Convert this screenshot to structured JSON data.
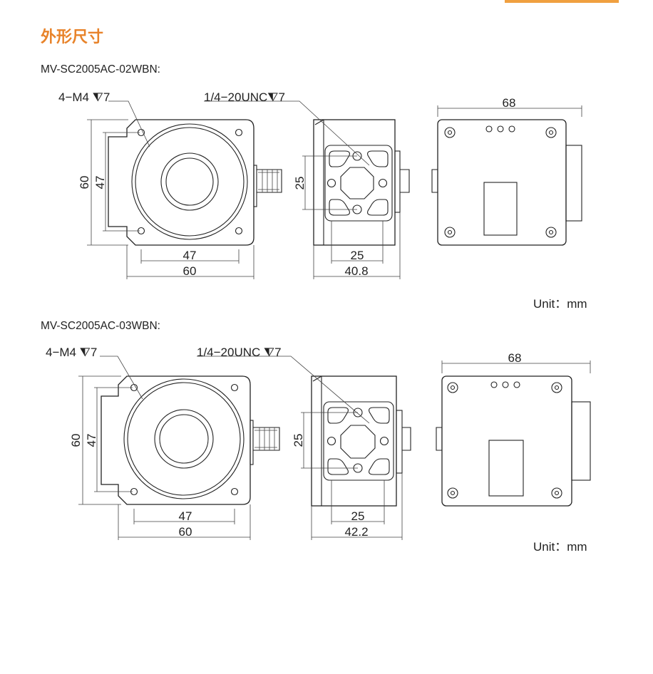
{
  "page": {
    "section_title": "外形尺寸",
    "unit_label": "Unit：mm"
  },
  "drawings": [
    {
      "model": "MV-SC2005AC-02WBN:",
      "thread_hole": "4−M4 ⧨7",
      "tripod": "1/4−20UNC⧨7",
      "front": {
        "height_outer": "60",
        "height_inner": "47",
        "width_inner": "47",
        "width_outer": "60"
      },
      "side": {
        "spacing_v": "25",
        "spacing_h": "25",
        "depth": "40.8"
      },
      "back": {
        "width": "68"
      }
    },
    {
      "model": "MV-SC2005AC-03WBN:",
      "thread_hole": "4−M4 ⧨7",
      "tripod": "1/4−20UNC ⧨7",
      "front": {
        "height_outer": "60",
        "height_inner": "47",
        "width_inner": "47",
        "width_outer": "60"
      },
      "side": {
        "spacing_v": "25",
        "spacing_h": "25",
        "depth": "42.2"
      },
      "back": {
        "width": "68"
      }
    }
  ],
  "colors": {
    "title": "#e8832a",
    "line": "#222222"
  }
}
